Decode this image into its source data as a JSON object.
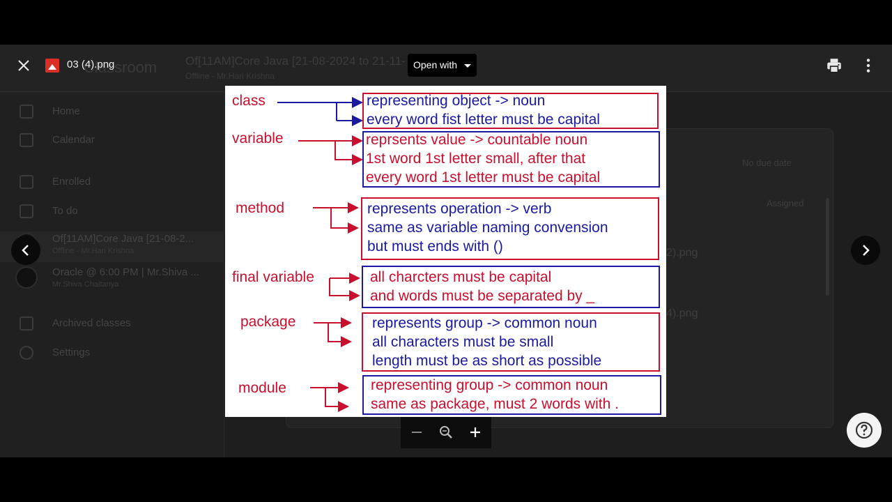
{
  "viewer": {
    "file_name": "03 (4).png",
    "open_with_label": "Open with"
  },
  "background": {
    "logo_text": "Classroom",
    "course_title": "Of[11AM]Core Java [21-08-2024 to 21-11-",
    "course_subtitle": "Offline - Mr.Hari Krishna",
    "sidebar": {
      "home": "Home",
      "calendar": "Calendar",
      "enrolled": "Enrolled",
      "todo": "To do",
      "class1_title": "Of[11AM]Core Java [21-08-2...",
      "class1_sub": "Offline - Mr.Hari Krishna",
      "class2_title": "Oracle @ 6:00 PM | Mr.Shiva ...",
      "class2_sub": "Mr.Shiva Chaitanya",
      "archived": "Archived classes",
      "settings": "Settings"
    },
    "panel": {
      "due": "No due date",
      "status": "Assigned",
      "file1": "2).png",
      "file2": "4).png"
    }
  },
  "slide": {
    "rows": [
      {
        "label": "class",
        "lines": [
          "representing object -> noun",
          "every word fist letter must be capital"
        ]
      },
      {
        "label": "variable",
        "lines": [
          "reprsents value  ->   countable noun",
          "1st word 1st letter small, after that",
          " every word 1st letter must be capital"
        ]
      },
      {
        "label": "method",
        "lines": [
          "represents operation -> verb",
          "same as variable naming convension",
          "but must ends with ()"
        ]
      },
      {
        "label": "final variable",
        "lines": [
          "all charcters must be capital",
          "and words must be separated by _"
        ]
      },
      {
        "label": "package",
        "lines": [
          "represents group  -> common noun",
          "all characters must be small",
          "length must be as short as possible"
        ]
      },
      {
        "label": "module",
        "lines": [
          "representing group -> common noun",
          "same as package, must 2 words with ."
        ]
      }
    ]
  },
  "colors": {
    "red": "#c8102e",
    "blue": "#1a1aa0"
  },
  "icons": {
    "close": "close-icon",
    "print": "print-icon",
    "more": "more-vert-icon",
    "prev": "chevron-left-icon",
    "next": "chevron-right-icon",
    "zoom_out": "minus-icon",
    "zoom_reset": "magnifier-icon",
    "zoom_in": "plus-icon",
    "help": "help-icon"
  }
}
